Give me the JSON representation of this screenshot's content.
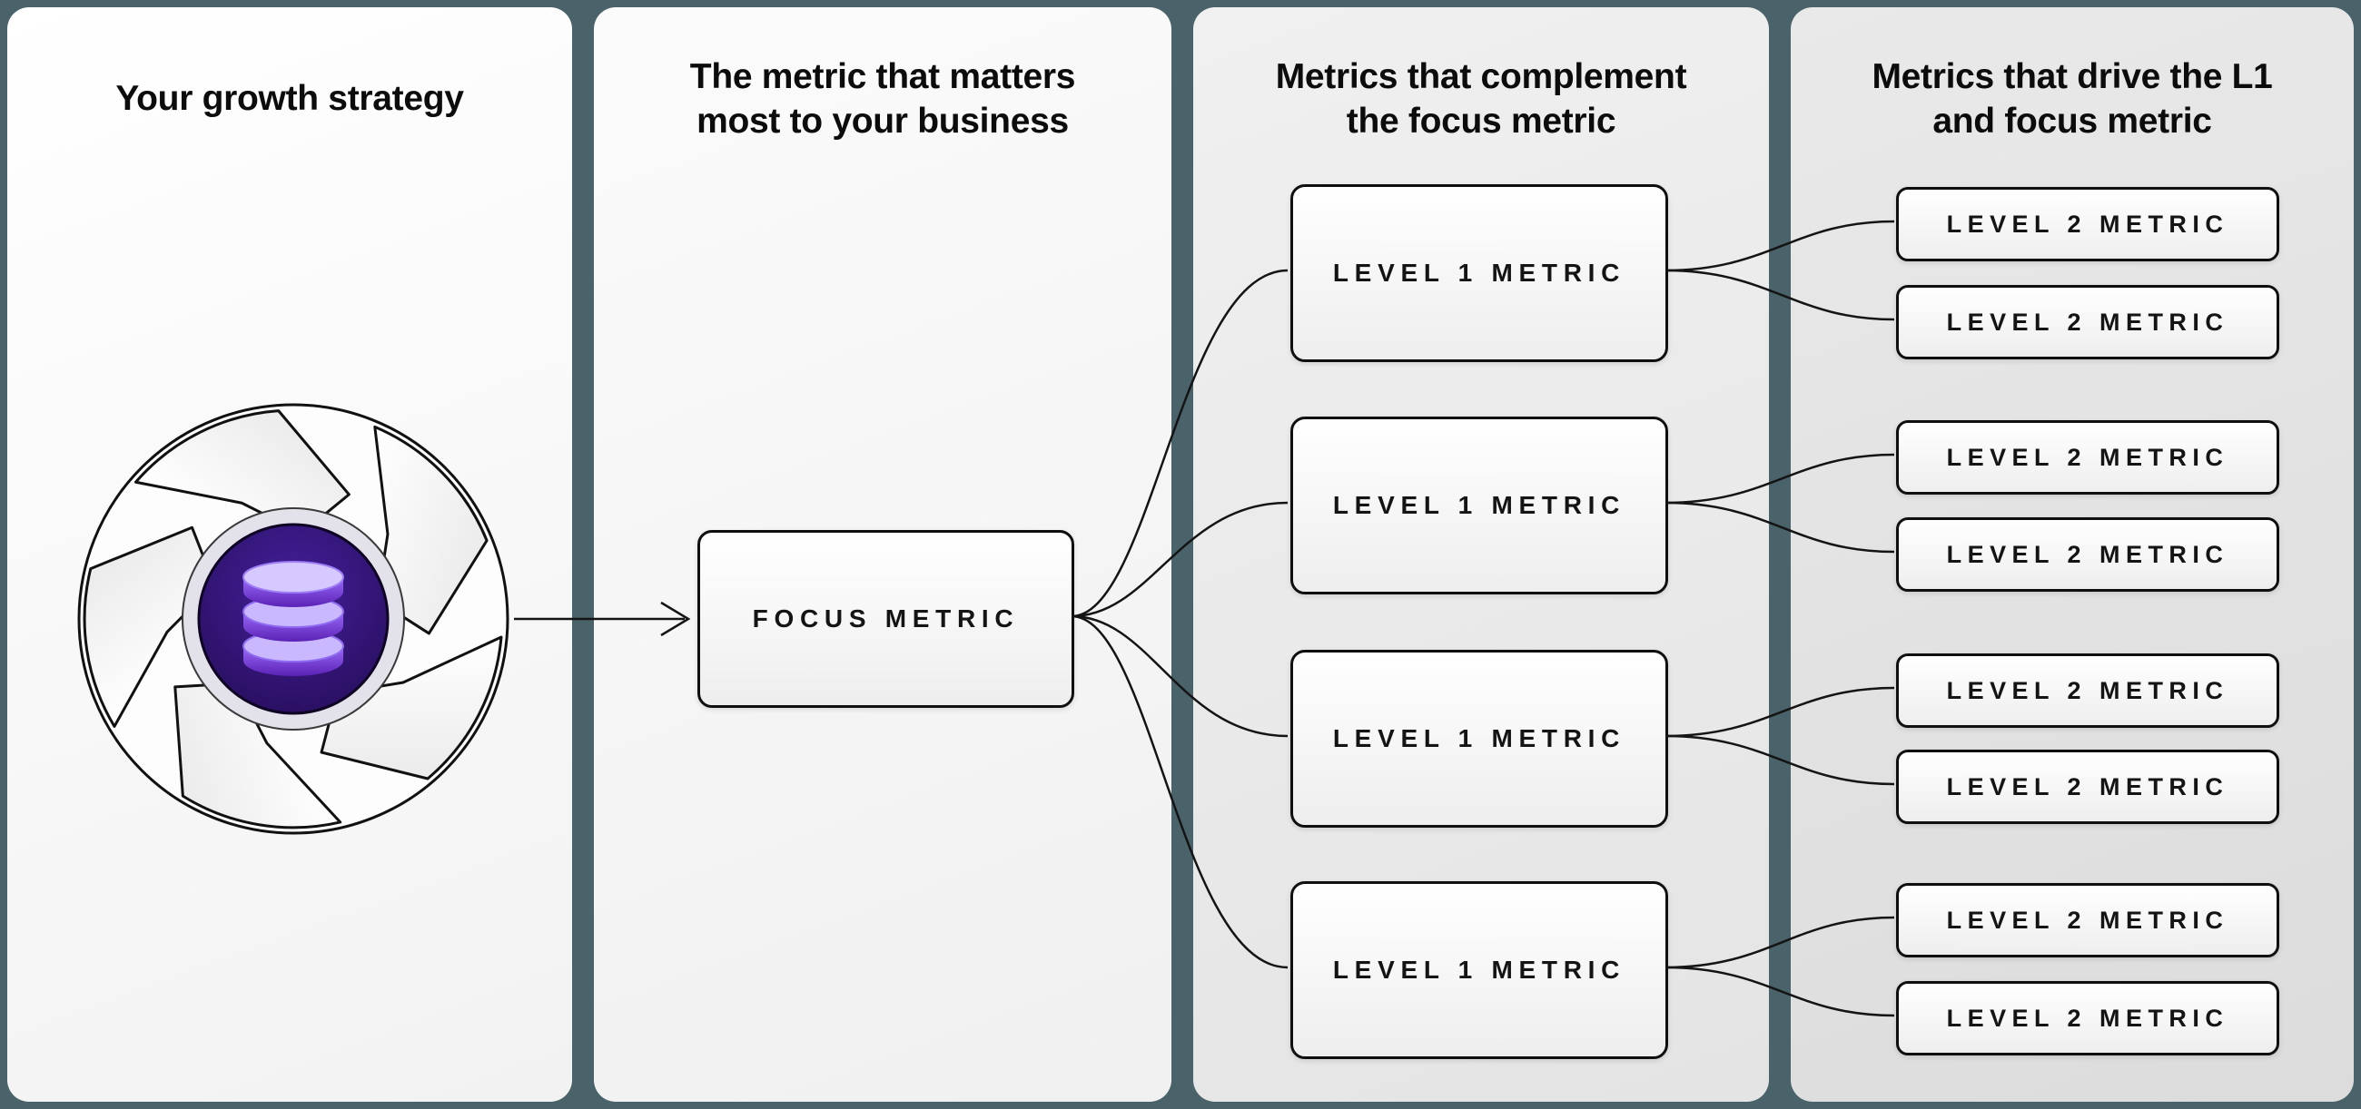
{
  "colors": {
    "background": "#4a636b",
    "line": "#141414",
    "panel_light": "#f5f5f5",
    "panel_gray": "#e4e4e4",
    "inner_circle": "#2a1065",
    "database_purple": "#7c3aed",
    "database_light": "#c9b8fd"
  },
  "panel_strategy": {
    "title": "Your growth strategy"
  },
  "panel_focus": {
    "title_line1": "The metric that matters",
    "title_line2": "most to your business"
  },
  "panel_level1": {
    "title_line1": "Metrics that complement",
    "title_line2": "the focus metric"
  },
  "panel_level2": {
    "title_line1": "Metrics that drive the L1",
    "title_line2": "and focus metric"
  },
  "focus_metric": {
    "label": "FOCUS METRIC"
  },
  "level1_metrics": [
    {
      "label": "LEVEL 1 METRIC"
    },
    {
      "label": "LEVEL 1 METRIC"
    },
    {
      "label": "LEVEL 1 METRIC"
    },
    {
      "label": "LEVEL 1 METRIC"
    }
  ],
  "level2_metrics": [
    {
      "label": "LEVEL 2 METRIC"
    },
    {
      "label": "LEVEL 2 METRIC"
    },
    {
      "label": "LEVEL 2 METRIC"
    },
    {
      "label": "LEVEL 2 METRIC"
    },
    {
      "label": "LEVEL 2 METRIC"
    },
    {
      "label": "LEVEL 2 METRIC"
    },
    {
      "label": "LEVEL 2 METRIC"
    },
    {
      "label": "LEVEL 2 METRIC"
    }
  ],
  "icons": {
    "flywheel": "flywheel-icon",
    "database": "database-icon",
    "arrow": "right-arrow-icon"
  }
}
